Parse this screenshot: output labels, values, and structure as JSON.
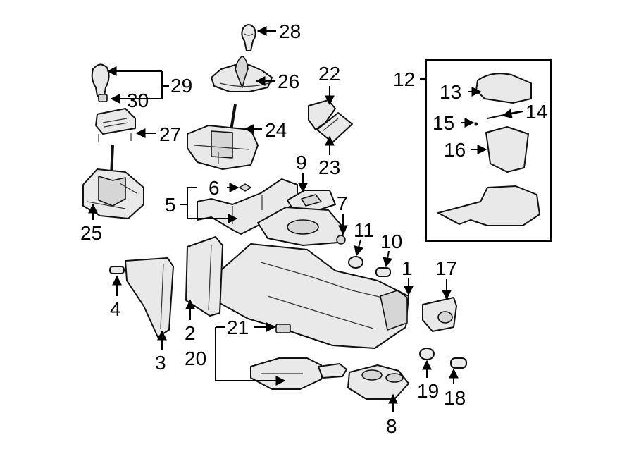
{
  "callouts": {
    "c1": "1",
    "c2": "2",
    "c3": "3",
    "c4": "4",
    "c5": "5",
    "c6": "6",
    "c7": "7",
    "c8": "8",
    "c9": "9",
    "c10": "10",
    "c11": "11",
    "c12": "12",
    "c13": "13",
    "c14": "14",
    "c15": "15",
    "c16": "16",
    "c17": "17",
    "c18": "18",
    "c19": "19",
    "c20": "20",
    "c21": "21",
    "c22": "22",
    "c23": "23",
    "c24": "24",
    "c25": "25",
    "c26": "26",
    "c27": "27",
    "c28": "28",
    "c29": "29",
    "c30": "30"
  }
}
